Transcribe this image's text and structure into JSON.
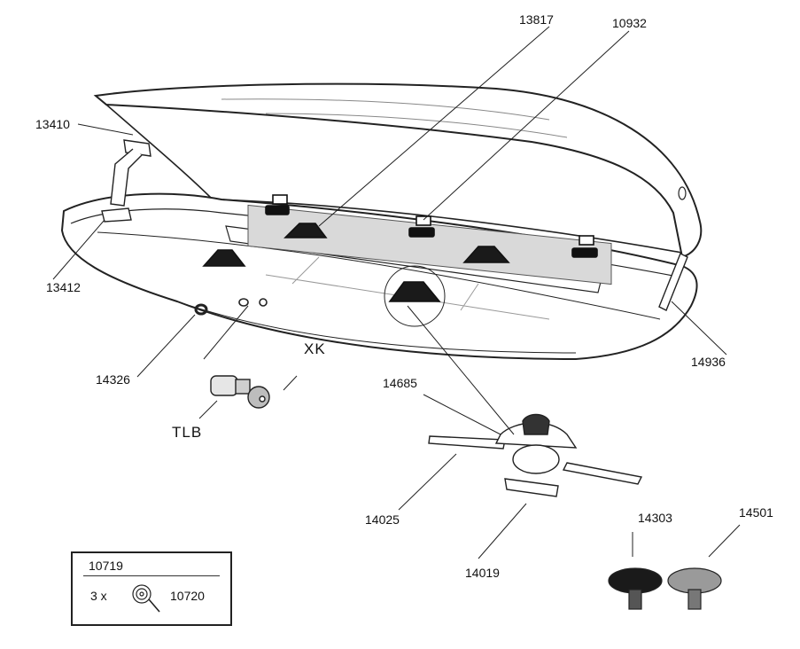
{
  "parts": {
    "p13817": "13817",
    "p10932": "10932",
    "p13410": "13410",
    "p13412": "13412",
    "p14326": "14326",
    "p14936": "14936",
    "p14685": "14685",
    "p14025": "14025",
    "p14019": "14019",
    "p14303": "14303",
    "p14501": "14501"
  },
  "key_labels": {
    "xk": "XK",
    "tlb": "TLB"
  },
  "kit": {
    "code": "10719",
    "qty": "3 x",
    "part": "10720"
  },
  "colors": {
    "line": "#222222",
    "rail": "#d9d9d9",
    "rubber": "#1a1a1a",
    "metal": "#9a9a9a"
  }
}
